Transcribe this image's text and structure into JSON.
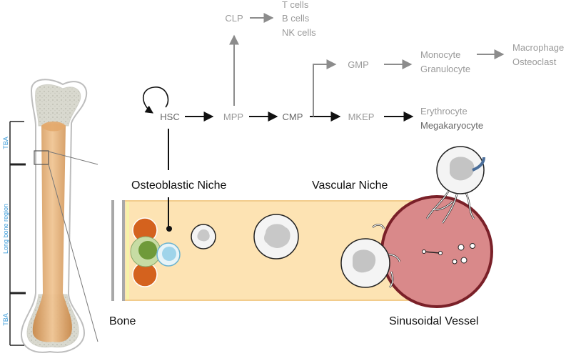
{
  "colors": {
    "bone_fill": "#e3a86c",
    "bone_outline": "#bdbdbd",
    "niche_fill": "#fde3b3",
    "vessel_fill": "#d48a8a",
    "vessel_outline": "#7a2028",
    "cell_white": "#f2f2f2",
    "cell_nucleus": "#b8b8b8",
    "osteoblast_orange": "#d4621e",
    "stem_green": "#6f9a3a",
    "stem_blue": "#9fd4ea",
    "label_blue": "#3a9bd9",
    "arrow_gray": "#8c8c8c"
  },
  "bone_regions": {
    "tba_top": "TBA",
    "long_bone": "Long bone region",
    "tba_bottom": "TBA"
  },
  "hierarchy": {
    "hsc": "HSC",
    "mpp": "MPP",
    "cmp": "CMP",
    "mkep": "MKEP",
    "clp": "CLP",
    "gmp": "GMP",
    "t_cells": "T cells",
    "b_cells": "B cells",
    "nk_cells": "NK cells",
    "monocyte": "Monocyte",
    "granulocyte": "Granulocyte",
    "macrophage": "Macrophage",
    "osteoclast": "Osteoclast",
    "erythrocyte": "Erythrocyte",
    "megakaryocyte": "Megakaryocyte"
  },
  "niches": {
    "osteoblastic": "Osteoblastic Niche",
    "vascular": "Vascular Niche"
  },
  "bottom_labels": {
    "bone": "Bone",
    "sinusoidal_vessel": "Sinusoidal Vessel"
  }
}
